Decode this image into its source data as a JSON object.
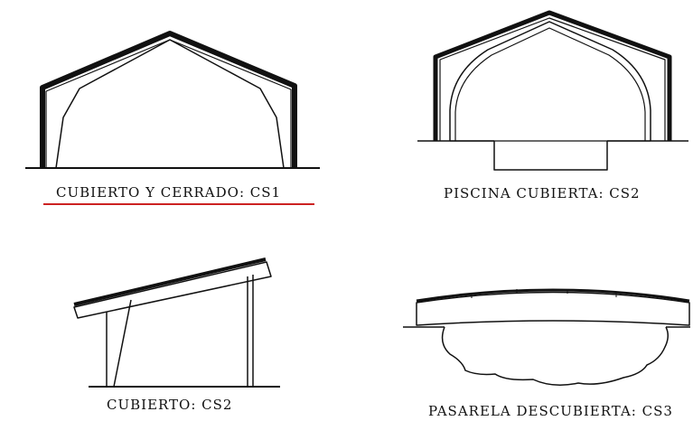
{
  "captions": {
    "cs1": "CUBIERTO Y CERRADO: CS1",
    "piscina": "PISCINA CUBIERTA: CS2",
    "cubierto": "CUBIERTO: CS2",
    "pasarela": "PASARELA DESCUBIERTA: CS3"
  },
  "colors": {
    "ink": "#111111",
    "highlight": "#cc2222",
    "background": "#ffffff"
  }
}
